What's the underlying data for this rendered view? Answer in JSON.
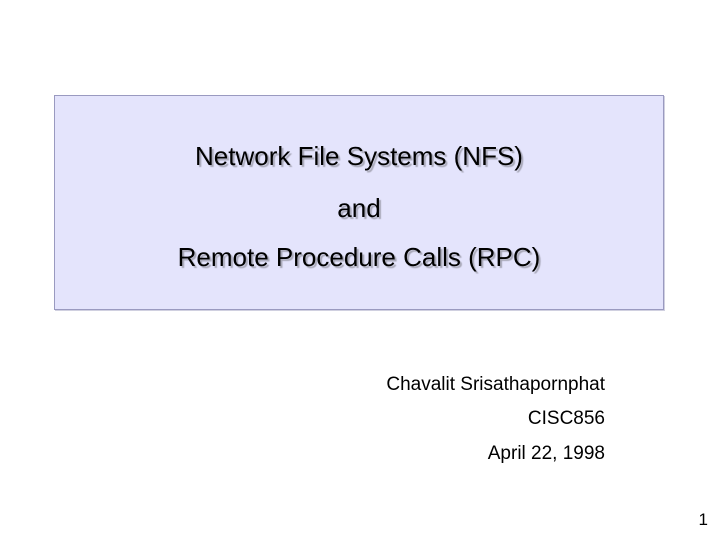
{
  "slide": {
    "title_lines": [
      "Network File Systems (NFS)",
      "and",
      "Remote Procedure Calls (RPC)"
    ],
    "author": "Chavalit Srisathapornphat",
    "course": "CISC856",
    "date": "April 22, 1998",
    "page_number": "1"
  },
  "colors": {
    "title_box_fill": "#e4e4fc",
    "title_box_border": "#9a9ac0"
  }
}
